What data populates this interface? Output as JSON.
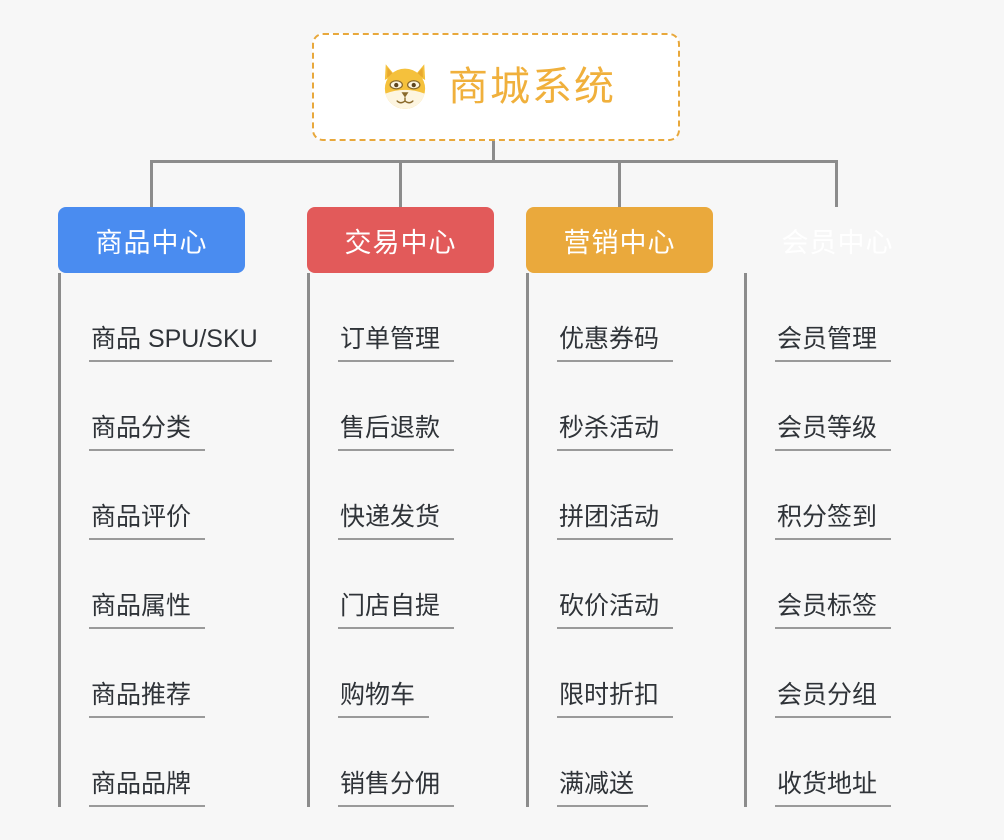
{
  "page": {
    "background_color": "#f7f7f7",
    "connector_color": "#8c8c8c"
  },
  "root": {
    "title": "商城系统",
    "icon": "shiba-dog-face-emoji",
    "border_color": "#e8a83c",
    "text_color": "#f0b03c",
    "background_color": "#ffffff"
  },
  "columns": [
    {
      "header": "商品中心",
      "color": "#4a8cf0",
      "items": [
        "商品 SPU/SKU",
        "商品分类",
        "商品评价",
        "商品属性",
        "商品推荐",
        "商品品牌"
      ]
    },
    {
      "header": "交易中心",
      "color": "#e25a5a",
      "items": [
        "订单管理",
        "售后退款",
        "快递发货",
        "门店自提",
        "购物车",
        "销售分佣"
      ]
    },
    {
      "header": "营销中心",
      "color": "#eaa93c",
      "items": [
        "优惠券码",
        "秒杀活动",
        "拼团活动",
        "砍价活动",
        "限时折扣",
        "满减送"
      ]
    },
    {
      "header": "会员中心",
      "color": "#7bc council43",
      "items": [
        "会员管理",
        "会员等级",
        "积分签到",
        "会员标签",
        "会员分组",
        "收货地址"
      ]
    }
  ]
}
